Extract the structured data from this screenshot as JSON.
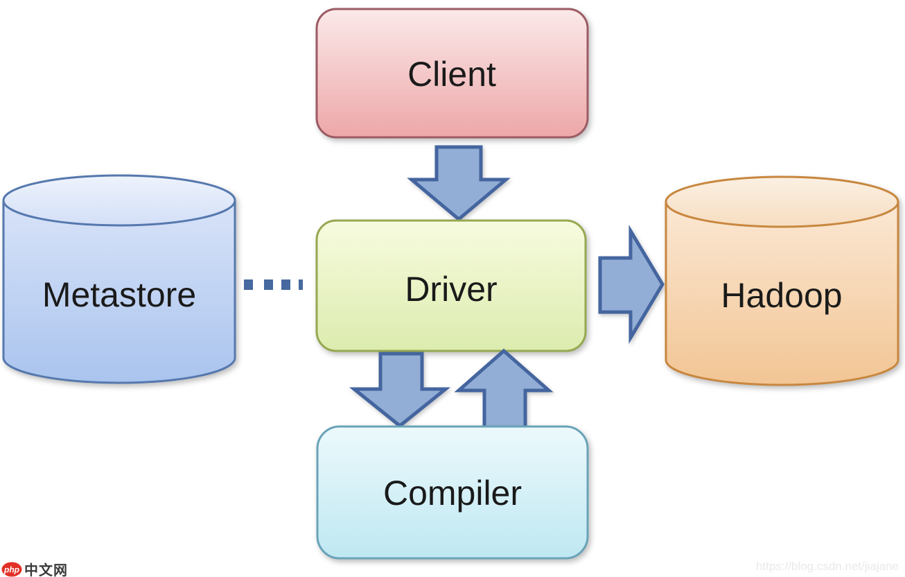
{
  "diagram": {
    "nodes": {
      "client": {
        "label": "Client",
        "shape": "rounded-box"
      },
      "driver": {
        "label": "Driver",
        "shape": "rounded-box"
      },
      "compiler": {
        "label": "Compiler",
        "shape": "rounded-box"
      },
      "metastore": {
        "label": "Metastore",
        "shape": "cylinder"
      },
      "hadoop": {
        "label": "Hadoop",
        "shape": "cylinder"
      }
    },
    "edges": [
      {
        "from": "Client",
        "to": "Driver",
        "style": "block-arrow-down"
      },
      {
        "from": "Driver",
        "to": "Hadoop",
        "style": "block-arrow-right"
      },
      {
        "from": "Driver",
        "to": "Compiler",
        "style": "block-arrow-down"
      },
      {
        "from": "Compiler",
        "to": "Driver",
        "style": "block-arrow-up"
      },
      {
        "from": "Metastore",
        "to": "Driver",
        "style": "dotted-line"
      }
    ]
  },
  "colors": {
    "client_grad_top": "#fbe9e9",
    "client_grad_bottom": "#eda7a8",
    "client_border": "#9c5b64",
    "driver_grad_top": "#f7fbdf",
    "driver_grad_bottom": "#dcecae",
    "driver_border": "#96a851",
    "compiler_grad_top": "#ecf9fc",
    "compiler_grad_bottom": "#bfe8f2",
    "compiler_border": "#69a3b8",
    "metastore_body_top": "#d8e3f8",
    "metastore_body_bottom": "#aac4ee",
    "metastore_lid_top": "#eef3fc",
    "metastore_lid_bottom": "#d3dff7",
    "metastore_border": "#5578ae",
    "hadoop_body_top": "#fbe8d4",
    "hadoop_body_bottom": "#f2c594",
    "hadoop_lid_top": "#fbf0e3",
    "hadoop_lid_bottom": "#f6ddc0",
    "hadoop_border": "#c8873f",
    "arrow_fill": "#93aed6",
    "arrow_stroke": "#44659f",
    "dash_color": "#46699f",
    "label_color": "#1a1a1a",
    "php_logo_red": "#e23127",
    "php_logo_text": "#ffffff",
    "cn_text_color": "#3a3a3a",
    "url_watermark_color": "#e9e9e9"
  },
  "watermarks": {
    "left_logo": "php",
    "left_text": "中文网",
    "right_url": "https://blog.csdn.net/jiajane"
  }
}
